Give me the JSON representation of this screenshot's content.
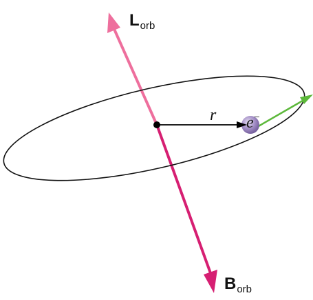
{
  "labels": {
    "angular_momentum": {
      "main": "L",
      "sub": "orb"
    },
    "magnetic_moment": {
      "main": "B",
      "sub": "orb"
    },
    "radius": "r",
    "electron": {
      "main": "e",
      "sup": "−"
    }
  },
  "colors": {
    "angular_momentum_arrow": "#ee6f9d",
    "magnetic_moment_arrow": "#d61f72",
    "velocity_arrow": "#5cb83a",
    "orbit": "#111111",
    "electron_fill": "#a18cc4",
    "nucleus": "#000000"
  },
  "icons": {
    "electron": "purple-sphere",
    "nucleus": "black-dot"
  }
}
